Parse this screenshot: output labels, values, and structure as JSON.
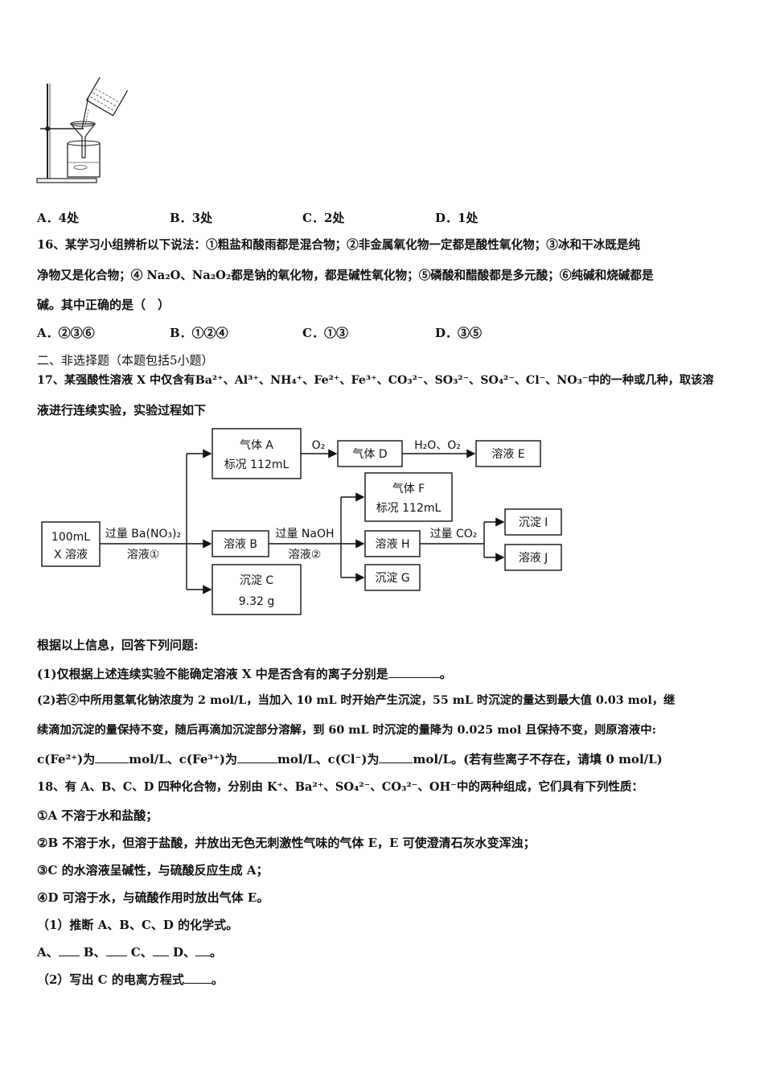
{
  "q15": {
    "options": [
      "A．4处",
      "B．3处",
      "C．2处",
      "D．1处"
    ]
  },
  "q16": {
    "line1": "16、某学习小组辨析以下说法：①粗盐和酸雨都是混合物；②非金属氧化物一定都是酸性氧化物；③冰和干冰既是纯",
    "line2": "净物又是化合物；④ Na₂O、Na₂O₂都是钠的氧化物，都是碱性氧化物；⑤磷酸和醋酸都是多元酸；⑥纯碱和烧碱都是",
    "line3": "碱。其中正确的是（　）",
    "options": [
      "A．②③⑥",
      "B．①②④",
      "C．①③",
      "D．③⑤"
    ]
  },
  "section2": "二、非选择题（本题包括5小题）",
  "q17": {
    "line1_prefix": "17、某强酸性溶液 X 中仅含有",
    "line1_ions": "Ba²⁺、Al³⁺、NH₄⁺、Fe²⁺、Fe³⁺、CO₃²⁻、SO₃²⁻、SO₄²⁻、Cl⁻、NO₃⁻",
    "line1_suffix": "中的一种或几种，取该溶",
    "line2": "液进行连续实验，实验过程如下",
    "flow": {
      "x_solution": [
        "100mL",
        "X 溶液"
      ],
      "reagent1": [
        "过量 Ba(NO₃)₂",
        "溶液①"
      ],
      "gas_a": [
        "气体 A",
        "标况 112mL"
      ],
      "o2_label": "O₂",
      "gas_d": "气体 D",
      "h2o_o2_label": "H₂O、O₂",
      "solution_e": "溶液 E",
      "solution_b": "溶液 B",
      "reagent2": [
        "过量 NaOH",
        "溶液②"
      ],
      "precip_c": [
        "沉淀 C",
        "9.32 g"
      ],
      "gas_f": [
        "气体 F",
        "标况 112mL"
      ],
      "solution_h": "溶液 H",
      "precip_g": "沉淀 G",
      "co2_label": "过量 CO₂",
      "precip_i": "沉淀 I",
      "solution_j": "溶液 J"
    },
    "intro": "根据以上信息，回答下列问题:",
    "sub1": "(1)仅根据上述连续实验不能确定溶液 X 中是否含有的离子分别是",
    "sub1_end": "。",
    "sub2_line1": "(2)若②中所用氢氧化钠浓度为 2 mol/L，当加入 10 mL 时开始产生沉淀，55 mL 时沉淀的量达到最大值 0.03 mol，继",
    "sub2_line2": "续滴加沉淀的量保持不变，随后再滴加沉淀部分溶解，到 60 mL 时沉淀的量降为 0.025 mol 且保持不变，则原溶液中:",
    "sub2_line3_a": "c(Fe²⁺)为",
    "sub2_line3_b": "mol/L、c(Fe³⁺)为",
    "sub2_line3_c": "mol/L、c(Cl⁻)为",
    "sub2_line3_d": "mol/L。(若有些离子不存在，请填 0 mol/L)"
  },
  "q18": {
    "line1": "18、有 A、B、C、D 四种化合物，分别由 K⁺、Ba²⁺、SO₄²⁻、CO₃²⁻、OH⁻中的两种组成，它们具有下列性质：",
    "p1": "①A 不溶于水和盐酸；",
    "p2": "②B 不溶于水，但溶于盐酸，并放出无色无刺激性气味的气体 E，E 可使澄清石灰水变浑浊；",
    "p3": "③C 的水溶液呈碱性，与硫酸反应生成 A；",
    "p4": "④D 可溶于水，与硫酸作用时放出气体 E。",
    "sub1": "（1）推断 A、B、C、D 的化学式。",
    "sub1_answers": [
      "A、",
      "B、",
      "C、",
      "D、",
      "。"
    ],
    "sub2": "（2）写出 C 的电离方程式",
    "sub2_end": "。"
  }
}
